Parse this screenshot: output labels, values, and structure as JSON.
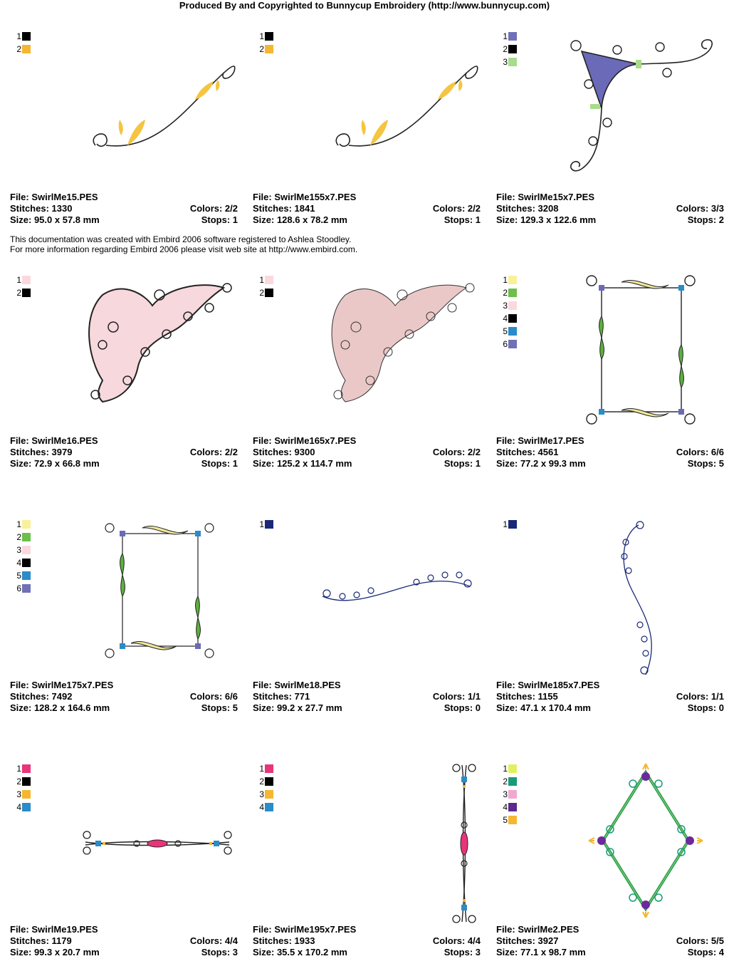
{
  "header": "Produced By and Copyrighted to Bunnycup Embroidery (http://www.bunnycup.com)",
  "notice": {
    "line1": "This documentation was created with Embird 2006 software registered to Ashlea Stoodley.",
    "line2": "For more information regarding Embird 2006 please visit web site at http://www.embird.com."
  },
  "designs": [
    {
      "file": "File: SwirlMe15.PES",
      "stitches": "Stitches: 1330",
      "colors": "Colors: 2/2",
      "size": "Size: 95.0 x 57.8 mm",
      "stops": "Stops: 1",
      "legend": [
        {
          "n": "1",
          "c": "#000000"
        },
        {
          "n": "2",
          "c": "#F5B731"
        }
      ],
      "art": "swirl-curve"
    },
    {
      "file": "File: SwirlMe155x7.PES",
      "stitches": "Stitches: 1841",
      "colors": "Colors: 2/2",
      "size": "Size: 128.6 x 78.2 mm",
      "stops": "Stops: 1",
      "legend": [
        {
          "n": "1",
          "c": "#000000"
        },
        {
          "n": "2",
          "c": "#F5B731"
        }
      ],
      "art": "swirl-curve"
    },
    {
      "file": "File: SwirlMe15x7.PES",
      "stitches": "Stitches: 3208",
      "colors": "Colors: 3/3",
      "size": "Size: 129.3 x 122.6 mm",
      "stops": "Stops: 2",
      "legend": [
        {
          "n": "1",
          "c": "#7070B8"
        },
        {
          "n": "2",
          "c": "#000000"
        },
        {
          "n": "3",
          "c": "#A8DC8C"
        }
      ],
      "art": "corner-triangle"
    },
    {
      "file": "File: SwirlMe16.PES",
      "stitches": "Stitches: 3979",
      "colors": "Colors: 2/2",
      "size": "Size: 72.9 x 66.8 mm",
      "stops": "Stops: 1",
      "legend": [
        {
          "n": "1",
          "c": "#FAD9DE"
        },
        {
          "n": "2",
          "c": "#000000"
        }
      ],
      "art": "pink-corner"
    },
    {
      "file": "File: SwirlMe165x7.PES",
      "stitches": "Stitches: 9300",
      "colors": "Colors: 2/2",
      "size": "Size: 125.2 x 114.7 mm",
      "stops": "Stops: 1",
      "legend": [
        {
          "n": "1",
          "c": "#FAD9DE"
        },
        {
          "n": "2",
          "c": "#000000"
        }
      ],
      "art": "pink-corner-light"
    },
    {
      "file": "File: SwirlMe17.PES",
      "stitches": "Stitches: 4561",
      "colors": "Colors: 6/6",
      "size": "Size: 77.2 x 99.3 mm",
      "stops": "Stops: 5",
      "legend": [
        {
          "n": "1",
          "c": "#FAF09A"
        },
        {
          "n": "2",
          "c": "#6CBF4A"
        },
        {
          "n": "3",
          "c": "#FAD9DE"
        },
        {
          "n": "4",
          "c": "#000000"
        },
        {
          "n": "5",
          "c": "#2A8CC8"
        },
        {
          "n": "6",
          "c": "#7070B8"
        }
      ],
      "art": "frame"
    },
    {
      "file": "File: SwirlMe175x7.PES",
      "stitches": "Stitches: 7492",
      "colors": "Colors: 6/6",
      "size": "Size: 128.2 x 164.6 mm",
      "stops": "Stops: 5",
      "legend": [
        {
          "n": "1",
          "c": "#FAF09A"
        },
        {
          "n": "2",
          "c": "#6CBF4A"
        },
        {
          "n": "3",
          "c": "#FAD9DE"
        },
        {
          "n": "4",
          "c": "#000000"
        },
        {
          "n": "5",
          "c": "#2A8CC8"
        },
        {
          "n": "6",
          "c": "#7070B8"
        }
      ],
      "art": "frame-small"
    },
    {
      "file": "File: SwirlMe18.PES",
      "stitches": "Stitches: 771",
      "colors": "Colors: 1/1",
      "size": "Size: 99.2 x 27.7 mm",
      "stops": "Stops: 0",
      "legend": [
        {
          "n": "1",
          "c": "#1A2878"
        }
      ],
      "art": "blue-horizontal"
    },
    {
      "file": "File: SwirlMe185x7.PES",
      "stitches": "Stitches: 1155",
      "colors": "Colors: 1/1",
      "size": "Size: 47.1 x 170.4 mm",
      "stops": "Stops: 0",
      "legend": [
        {
          "n": "1",
          "c": "#1A2878"
        }
      ],
      "art": "blue-vertical"
    },
    {
      "file": "File: SwirlMe19.PES",
      "stitches": "Stitches: 1179",
      "colors": "Colors: 4/4",
      "size": "Size: 99.3 x 20.7 mm",
      "stops": "Stops: 3",
      "legend": [
        {
          "n": "1",
          "c": "#E8347A"
        },
        {
          "n": "2",
          "c": "#000000"
        },
        {
          "n": "3",
          "c": "#F5B731"
        },
        {
          "n": "4",
          "c": "#2A8CC8"
        }
      ],
      "art": "bar-horizontal"
    },
    {
      "file": "File: SwirlMe195x7.PES",
      "stitches": "Stitches: 1933",
      "colors": "Colors: 4/4",
      "size": "Size: 35.5 x 170.2 mm",
      "stops": "Stops: 3",
      "legend": [
        {
          "n": "1",
          "c": "#E8347A"
        },
        {
          "n": "2",
          "c": "#000000"
        },
        {
          "n": "3",
          "c": "#F5B731"
        },
        {
          "n": "4",
          "c": "#2A8CC8"
        }
      ],
      "art": "bar-vertical"
    },
    {
      "file": "File: SwirlMe2.PES",
      "stitches": "Stitches: 3927",
      "colors": "Colors: 5/5",
      "size": "Size: 77.1 x 98.7 mm",
      "stops": "Stops: 4",
      "legend": [
        {
          "n": "1",
          "c": "#E2F060"
        },
        {
          "n": "2",
          "c": "#1A9A7A"
        },
        {
          "n": "3",
          "c": "#F0A8D0"
        },
        {
          "n": "4",
          "c": "#5A2A8C"
        },
        {
          "n": "5",
          "c": "#F5B731"
        }
      ],
      "art": "diamond"
    }
  ]
}
